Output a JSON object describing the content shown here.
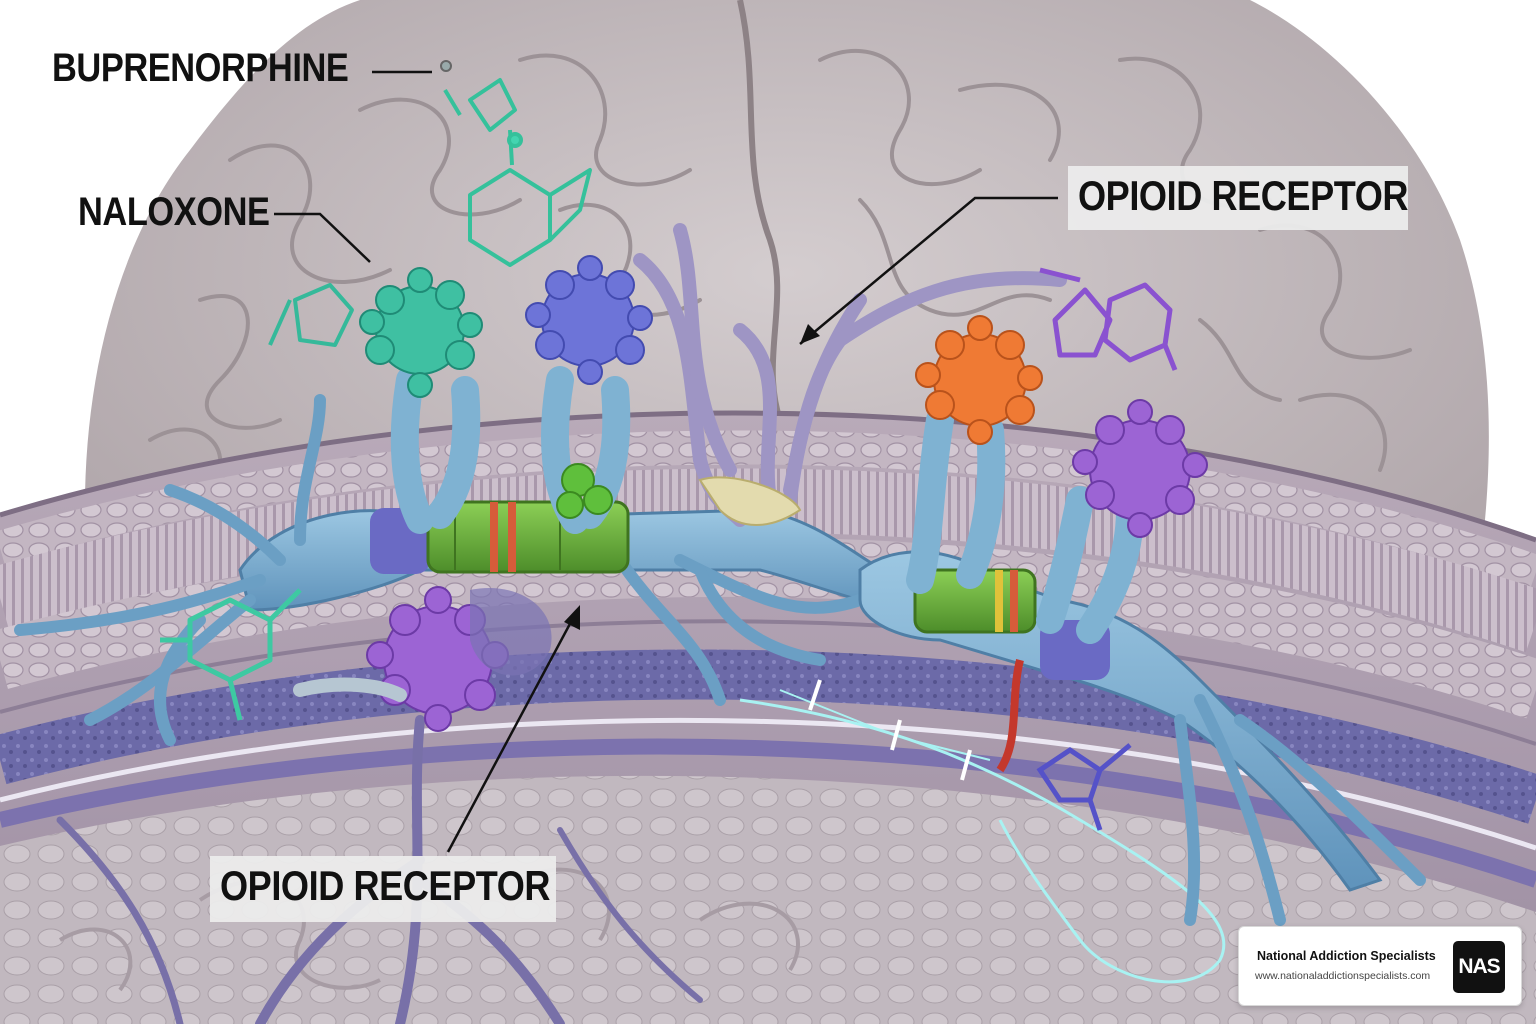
{
  "labels": {
    "buprenorphine": "BUPRENORPHINE",
    "naloxone": "NALOXONE",
    "opioid_receptor_top": "OPIOID RECEPTOR",
    "opioid_receptor_bottom": "OPIOID RECEPTOR"
  },
  "brand": {
    "name": "National Addiction Specialists",
    "url": "www.nationaladdictionspecialists.com",
    "logo_text": "NAS"
  },
  "colors": {
    "brain": "#c9c2c4",
    "brain_line": "#9c9296",
    "membrane": "#b6a8b8",
    "neuron": "#7aaed0",
    "myelin": "#6fae3c",
    "teal_molecule": "#3fc9a6",
    "blue_receptor": "#6a72d8",
    "purple_receptor": "#9a5fd0",
    "orange_receptor": "#ee7a34",
    "signal": "#9ff0f0"
  }
}
